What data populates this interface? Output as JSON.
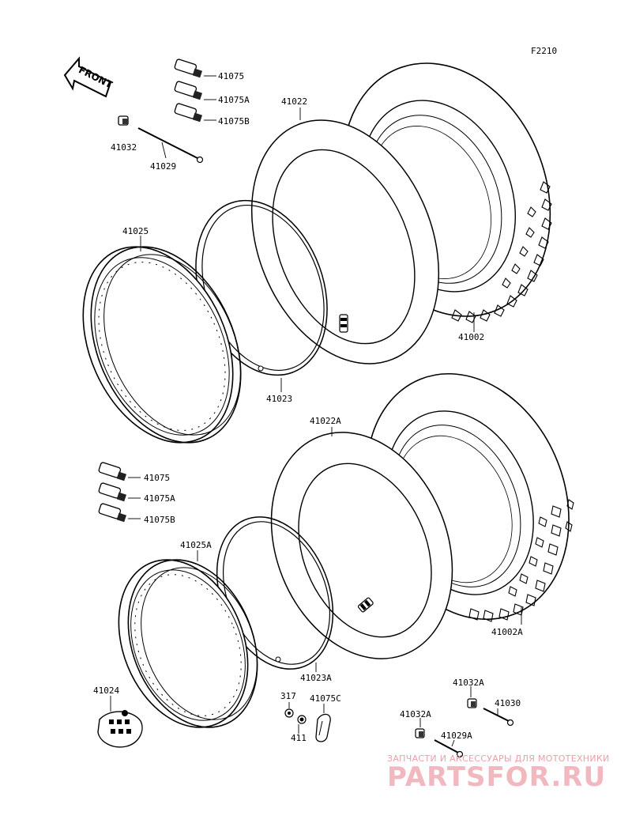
{
  "diagram_code": "F2210",
  "front_arrow_label": "FRONT",
  "labels": {
    "p41075_top": "41075",
    "p41075A_top": "41075A",
    "p41075B_top": "41075B",
    "p41032": "41032",
    "p41029": "41029",
    "p41022": "41022",
    "p41025": "41025",
    "p41023": "41023",
    "p41002": "41002",
    "p41022A": "41022A",
    "p41075_bot": "41075",
    "p41075A_bot": "41075A",
    "p41075B_bot": "41075B",
    "p41025A": "41025A",
    "p41023A": "41023A",
    "p41002A": "41002A",
    "p41024": "41024",
    "p317": "317",
    "p411": "411",
    "p41075C": "41075C",
    "p41032A_1": "41032A",
    "p41030": "41030",
    "p41032A_2": "41032A",
    "p41029A": "41029A"
  },
  "watermark": {
    "top": "ЗАПЧАСТИ И АКСЕССУАРЫ ДЛЯ МОТОТЕХНИКИ",
    "brand": "PARTSFOR.RU",
    "color": "#f2b8c0"
  }
}
